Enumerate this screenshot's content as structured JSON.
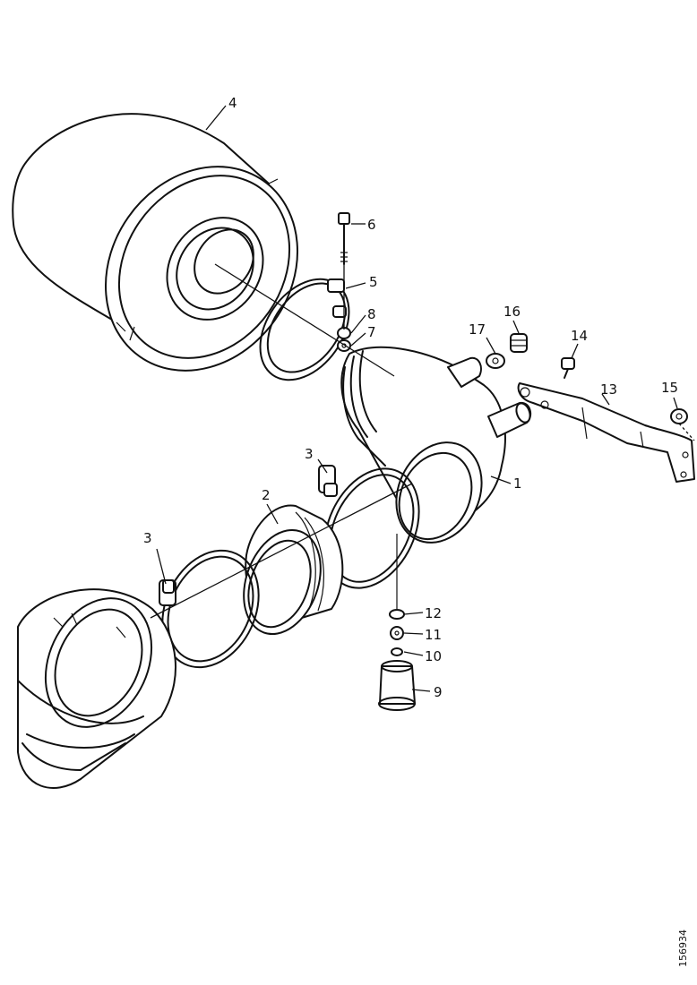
{
  "diagram": {
    "reference_number": "156934",
    "callouts": [
      {
        "id": "part-1",
        "label": "1"
      },
      {
        "id": "part-2",
        "label": "2"
      },
      {
        "id": "part-3a",
        "label": "3"
      },
      {
        "id": "part-3b",
        "label": "3"
      },
      {
        "id": "part-4",
        "label": "4"
      },
      {
        "id": "part-5",
        "label": "5"
      },
      {
        "id": "part-6",
        "label": "6"
      },
      {
        "id": "part-7",
        "label": "7"
      },
      {
        "id": "part-8",
        "label": "8"
      },
      {
        "id": "part-9",
        "label": "9"
      },
      {
        "id": "part-10",
        "label": "10"
      },
      {
        "id": "part-11",
        "label": "11"
      },
      {
        "id": "part-12",
        "label": "12"
      },
      {
        "id": "part-13",
        "label": "13"
      },
      {
        "id": "part-14",
        "label": "14"
      },
      {
        "id": "part-15",
        "label": "15"
      },
      {
        "id": "part-16",
        "label": "16"
      },
      {
        "id": "part-17",
        "label": "17"
      }
    ]
  }
}
